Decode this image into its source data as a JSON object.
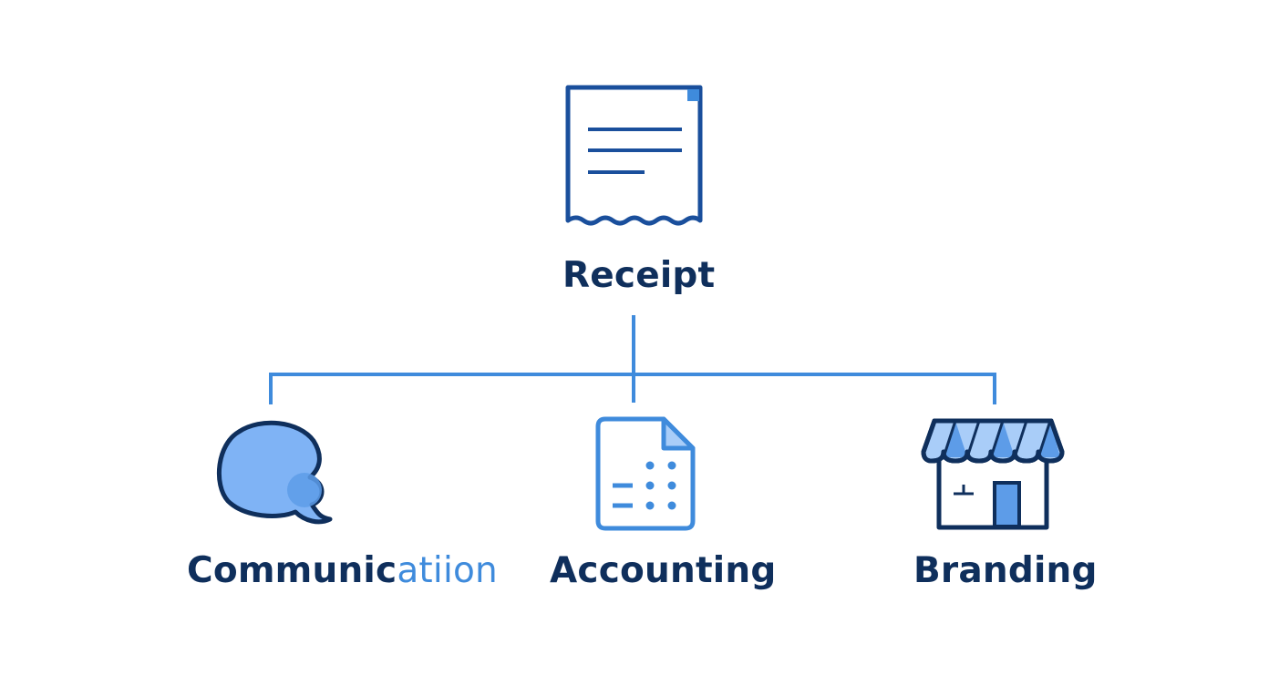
{
  "diagram": {
    "type": "tree",
    "root": {
      "label": "Receipt",
      "icon": "receipt-icon"
    },
    "children": [
      {
        "label_main": "Communic",
        "label_tail": "atiion",
        "icon": "speech-bubble-icon"
      },
      {
        "label": "Accounting",
        "icon": "spreadsheet-document-icon"
      },
      {
        "label": "Branding",
        "icon": "storefront-icon"
      }
    ]
  },
  "colors": {
    "navy": "#0f2f5c",
    "dark_blue": "#1a4f9c",
    "accent_blue": "#3f8bdc",
    "light_blue": "#7fb3f5",
    "pale_blue": "#a9cdf8"
  }
}
